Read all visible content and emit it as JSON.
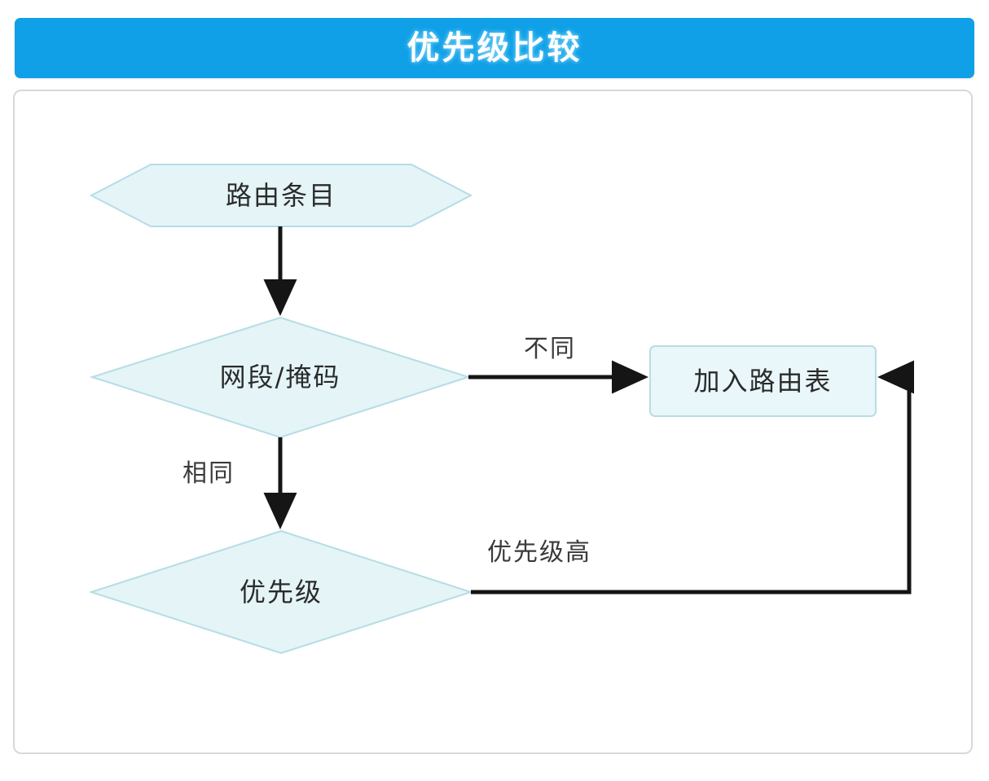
{
  "header": {
    "title": "优先级比较",
    "background_color": "#0fa0e8",
    "text_color": "#ffffff"
  },
  "diagram": {
    "type": "flowchart",
    "frame_border_color": "#d8d8d8",
    "node_fill_color": "#e4f4f7",
    "node_stroke_color": "#b6dde5",
    "edge_color": "#1a1a1a",
    "nodes": [
      {
        "id": "route-entry",
        "shape": "hexagon",
        "label": "路由条目"
      },
      {
        "id": "network-mask",
        "shape": "diamond",
        "label": "网段/掩码"
      },
      {
        "id": "priority",
        "shape": "diamond",
        "label": "优先级"
      },
      {
        "id": "add-route",
        "shape": "rectangle",
        "label": "加入路由表"
      }
    ],
    "edges": [
      {
        "from": "route-entry",
        "to": "network-mask",
        "label": ""
      },
      {
        "from": "network-mask",
        "to": "add-route",
        "label": "不同"
      },
      {
        "from": "network-mask",
        "to": "priority",
        "label": "相同"
      },
      {
        "from": "priority",
        "to": "add-route",
        "label": "优先级高"
      }
    ]
  }
}
